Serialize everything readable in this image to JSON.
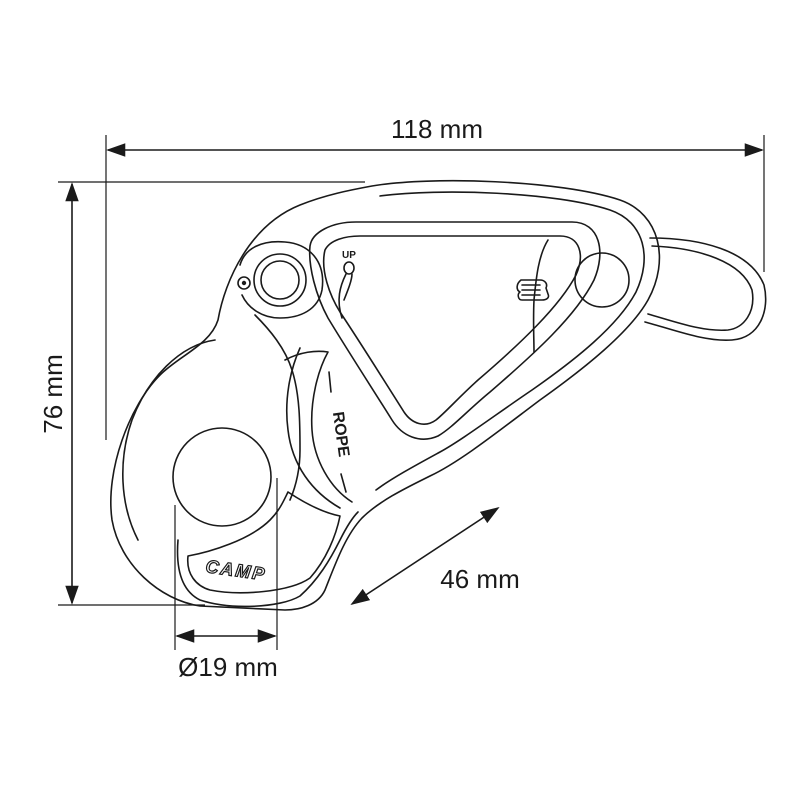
{
  "dimensions": {
    "width_label": "118 mm",
    "height_label": "76 mm",
    "hole_label": "Ø19 mm",
    "slot_label": "46 mm"
  },
  "device_markings": {
    "up_label": "UP",
    "rope_label": "ROPE",
    "brand_logo": "CAMP"
  },
  "icons": [
    "hand-on-rope-icon",
    "rope-loop-icon"
  ],
  "colors": {
    "line": "#1a1a1a",
    "background": "#ffffff"
  }
}
